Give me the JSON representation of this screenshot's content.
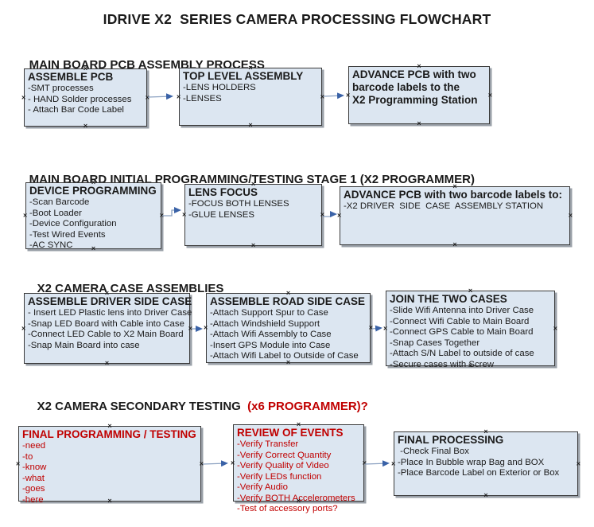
{
  "title": "IDRIVE X2  SERIES CAMERA PROCESSING FLOWCHART",
  "sections": {
    "s1": {
      "header": "MAIN BOARD PCB ASSEMBLY PROCESS"
    },
    "s2": {
      "header": "MAIN BOARD INITIAL PROGRAMMING/TESTING STAGE 1 (X2 PROGRAMMER)"
    },
    "s3": {
      "header": "X2 CAMERA CASE ASSEMBLIES"
    },
    "s4": {
      "header": "X2 CAMERA SECONDARY TESTING  ",
      "header_red": "(x6 PROGRAMMER)?"
    }
  },
  "boxes": {
    "b1": {
      "title": "ASSEMBLE PCB",
      "items": [
        "-SMT processes",
        "- HAND Solder processes",
        "- Attach Bar Code Label"
      ]
    },
    "b2": {
      "title": "TOP LEVEL ASSEMBLY",
      "items": [
        "-LENS HOLDERS",
        "-LENSES"
      ]
    },
    "b3": {
      "title": "ADVANCE PCB with two\nbarcode labels to the\n X2 Programming Station",
      "items": []
    },
    "b4": {
      "title": "DEVICE PROGRAMMING",
      "items": [
        "-Scan Barcode",
        "-Boot Loader",
        "-Device Configuration",
        "-Test Wired Events",
        "-AC SYNC"
      ]
    },
    "b5": {
      "title": "LENS FOCUS",
      "items": [
        "-FOCUS BOTH LENSES",
        "-GLUE LENSES"
      ]
    },
    "b6": {
      "title": "ADVANCE PCB with two barcode labels to:",
      "items": [
        "-X2 DRIVER  SIDE  CASE  ASSEMBLY STATION"
      ]
    },
    "b7": {
      "title": "ASSEMBLE DRIVER SIDE CASE",
      "items": [
        "- Insert LED Plastic lens into Driver Case",
        "-Snap LED Board with Cable into Case",
        "-Connect LED Cable to X2 Main Board",
        "-Snap Main Board into case"
      ]
    },
    "b8": {
      "title": "ASSEMBLE ROAD SIDE CASE",
      "items": [
        "-Attach Support Spur to Case",
        "-Attach Windshield Support",
        "-Attach Wifi Assembly to Case",
        "-Insert GPS Module into Case",
        "-Attach Wifi Label to Outside of Case"
      ]
    },
    "b9": {
      "title": "JOIN THE TWO CASES",
      "items": [
        "-Slide Wifi Antenna into Driver Case",
        "-Connect Wifi Cable to Main Board",
        "-Connect GPS Cable to Main Board",
        "-Snap Cases Together",
        "-Attach S/N Label to outside of case",
        "-Secure cases with Screw"
      ]
    },
    "b10": {
      "title": "FINAL PROGRAMMING / TESTING",
      "items": [
        "-need",
        "-to",
        "-know",
        "-what",
        "-goes",
        "-here"
      ]
    },
    "b11": {
      "title": "REVIEW OF EVENTS",
      "items": [
        "-Verify Transfer",
        "-Verify Correct Quantity",
        "-Verify Quality of Video",
        "-Verify LEDs function",
        "-Verify Audio",
        "-Verify BOTH Accelerometers",
        "-Test of accessory ports?"
      ]
    },
    "b12": {
      "title": "FINAL PROCESSING",
      "items": [
        " -Check Final Box",
        "-Place In Bubble wrap Bag and BOX",
        "-Place Barcode Label on Exterior or Box"
      ]
    }
  },
  "colors": {
    "box_fill": "#dce6f1",
    "box_border": "#3a3a3a",
    "arrow_line": "#8aa0c0",
    "arrow_head": "#3a62a7",
    "red_text": "#c00000",
    "text": "#1a1a1a"
  },
  "icons": {
    "connection_point": "×"
  }
}
